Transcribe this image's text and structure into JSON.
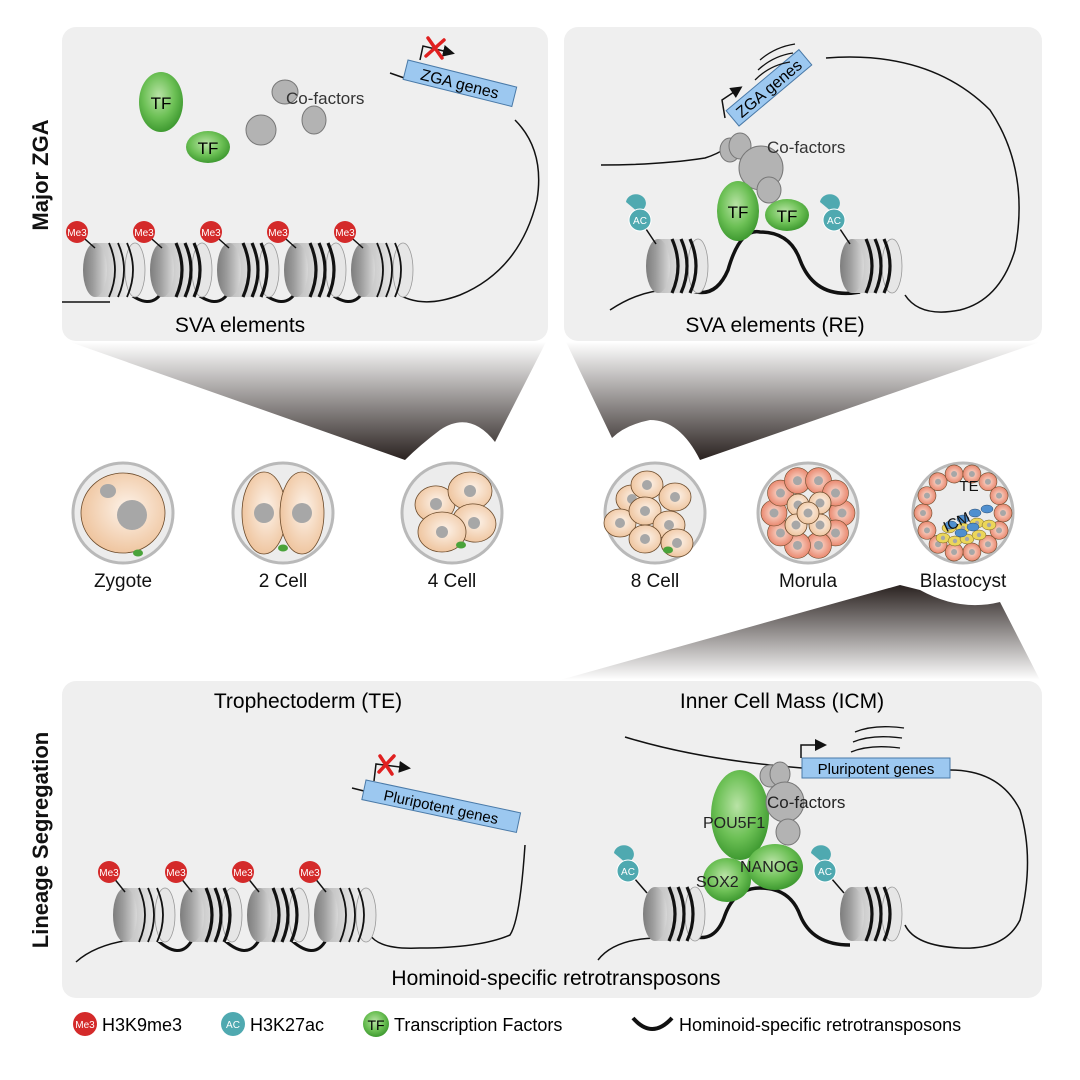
{
  "row_labels": {
    "top": "Major ZGA",
    "bottom": "Lineage Segregation"
  },
  "panels": {
    "top_left": {
      "caption": "SVA elements",
      "tf_label": "TF",
      "cofactors_label": "Co-factors",
      "gene_label": "ZGA genes",
      "mark_label": "Me3",
      "state": "repressed"
    },
    "top_right": {
      "caption": "SVA elements (RE)",
      "tf_label": "TF",
      "cofactors_label": "Co-factors",
      "gene_label": "ZGA genes",
      "mark_label": "AC",
      "state": "active"
    },
    "bottom_left": {
      "title": "Trophectoderm (TE)",
      "gene_label": "Pluripotent genes",
      "mark_label": "Me3",
      "state": "repressed"
    },
    "bottom_right": {
      "title": "Inner Cell Mass (ICM)",
      "gene_label": "Pluripotent genes",
      "cofactors_label": "Co-factors",
      "tf_labels": [
        "POU5F1",
        "SOX2",
        "NANOG"
      ],
      "mark_label": "AC",
      "state": "active"
    },
    "bottom_caption": "Hominoid-specific retrotransposons"
  },
  "stages": [
    {
      "label": "Zygote"
    },
    {
      "label": "2 Cell"
    },
    {
      "label": "4 Cell"
    },
    {
      "label": "8 Cell"
    },
    {
      "label": "Morula"
    },
    {
      "label": "Blastocyst",
      "inner_labels": [
        "TE",
        "ICM"
      ]
    }
  ],
  "legend": [
    {
      "icon": "Me3",
      "label": "H3K9me3"
    },
    {
      "icon": "AC",
      "label": "H3K27ac"
    },
    {
      "icon": "TF",
      "label": "Transcription Factors"
    },
    {
      "icon": "arc",
      "label": "Hominoid-specific retrotransposons"
    }
  ],
  "colors": {
    "panel_bg": "#efefef",
    "me3_red": "#d42a2a",
    "ac_teal": "#4fa9b0",
    "tf_green": "#5cb84a",
    "gene_blue": "#9cc8f0",
    "cofactor_gray": "#b3b3b3",
    "cell_peach": "#f2c9a0",
    "te_cell": "#e8876a",
    "icm_blue": "#4f8fcf",
    "icm_yellow": "#ecd659",
    "polar_body": "#4aa33a",
    "cross_red": "#e02020"
  }
}
